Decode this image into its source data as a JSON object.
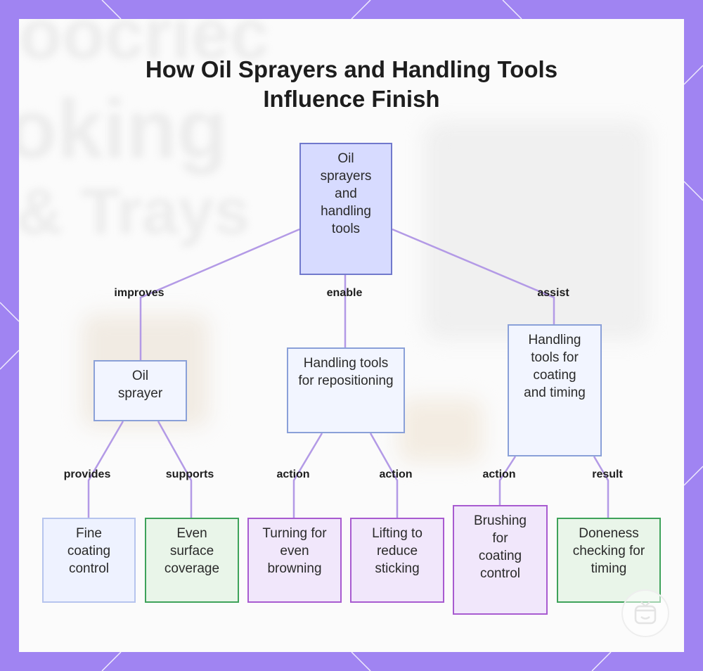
{
  "title": "How Oil Sprayers and Handling Tools Influence Finish",
  "colors": {
    "frame": "#a084f2",
    "edge": "#b39ae6",
    "root_fill": "#d7dbff",
    "green_border": "#3ea25a",
    "purple_border": "#a85bd0",
    "blue_border": "#8aa0d8"
  },
  "nodes": {
    "root": "Oil sprayers and handling tools",
    "oil_sprayer": "Oil sprayer",
    "repositioning": "Handling tools for repositioning",
    "coating_timing": "Handling tools for coating and timing",
    "fine_coating": "Fine coating control",
    "even_surface": "Even surface coverage",
    "turning": "Turning for even browning",
    "lifting": "Lifting to reduce sticking",
    "brushing": "Brushing for coating control",
    "doneness": "Doneness checking for timing"
  },
  "edge_labels": {
    "improves": "improves",
    "enable": "enable",
    "assist": "assist",
    "provides": "provides",
    "supports": "supports",
    "action_turning": "action",
    "action_lifting": "action",
    "action_brushing": "action",
    "result": "result"
  },
  "background_text": [
    "oocriec",
    "oking",
    "& Trays"
  ],
  "logo_icon": "cooking-pot-logo-icon"
}
